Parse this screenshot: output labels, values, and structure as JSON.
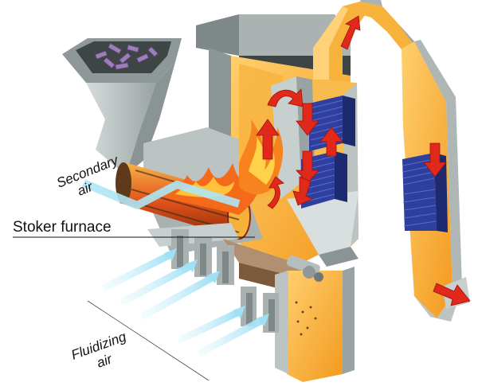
{
  "labels": {
    "secondary_air_line1": "Secondary",
    "secondary_air_line2": "air",
    "stoker_furnace": "Stoker furnace",
    "fluidizing_air_line1": "Fluidizing",
    "fluidizing_air_line2": "air"
  },
  "colors": {
    "steel_light": "#c9d0d0",
    "steel_mid": "#9aa3a3",
    "steel_dark": "#6f7878",
    "interior_orange": "#f5a623",
    "interior_light": "#ffd27a",
    "flame": "#e8420f",
    "flow_arrow": "#e0281b",
    "tube_bank": "#2f3f9e",
    "air_stream": "#aee6f5",
    "label_text": "#111111"
  },
  "icons": {
    "hopper_material": "fuel-chunks-icon",
    "heat_exchanger": "tube-bank-icon",
    "flow_direction": "red-flow-arrow-icon",
    "air_flow": "air-stream-icon",
    "burner_nozzle": "burner-nozzle-icon"
  }
}
